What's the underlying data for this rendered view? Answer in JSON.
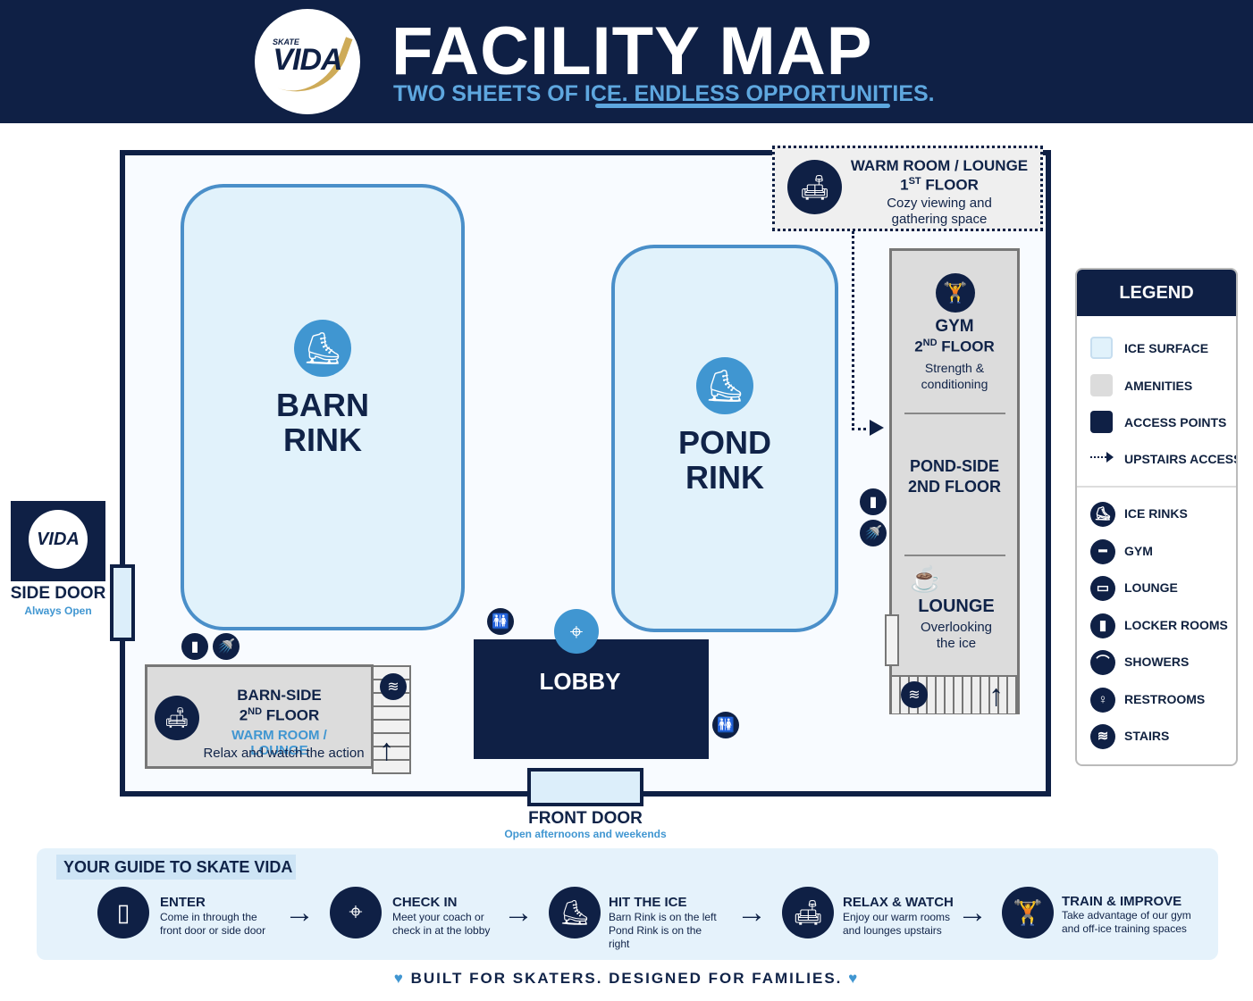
{
  "header": {
    "logo_small": "SKATE",
    "logo_main": "VIDA",
    "title": "FACILITY MAP",
    "subtitle": "TWO SHEETS OF ICE. ENDLESS OPPORTUNITIES."
  },
  "map": {
    "barn_rink": "BARN\nRINK",
    "pond_rink": "POND\nRINK",
    "warm_room": {
      "title": "WARM ROOM / LOUNGE",
      "floor_num": "1",
      "floor_suffix": "ST",
      "floor_word": "FLOOR",
      "line1": "Cozy viewing and",
      "line2": "gathering space"
    },
    "gym": {
      "title": "GYM",
      "floor_num": "2",
      "floor_suffix": "ND",
      "floor_word": "FLOOR",
      "line1": "Strength &",
      "line2": "conditioning"
    },
    "pondside": {
      "title": "POND-SIDE",
      "floor": "2ND FLOOR"
    },
    "lounge": {
      "title": "LOUNGE",
      "line1": "Overlooking",
      "line2": "the ice"
    },
    "barnside": {
      "title": "BARN-SIDE",
      "floor_num": "2",
      "floor_suffix": "ND",
      "floor_word": "FLOOR",
      "subtitle": "WARM ROOM / LOUNGE",
      "text": "Relax and watch the action"
    },
    "lobby": "LOBBY",
    "side_door": {
      "title": "SIDE DOOR",
      "subtitle": "Always Open"
    },
    "front_door": {
      "title": "FRONT DOOR",
      "subtitle": "Open afternoons and weekends"
    }
  },
  "legend": {
    "title": "LEGEND",
    "items": [
      {
        "label": "ICE SURFACE"
      },
      {
        "label": "AMENITIES"
      },
      {
        "label": "ACCESS POINTS"
      },
      {
        "label": "UPSTAIRS ACCESS"
      },
      {
        "label": "ICE RINKS"
      },
      {
        "label": "GYM"
      },
      {
        "label": "LOUNGE"
      },
      {
        "label": "LOCKER ROOMS"
      },
      {
        "label": "SHOWERS"
      },
      {
        "label": "RESTROOMS"
      },
      {
        "label": "STAIRS"
      }
    ]
  },
  "guide": {
    "title": "YOUR GUIDE TO SKATE VIDA",
    "steps": [
      {
        "title": "ENTER",
        "line1": "Come in through the",
        "line2": "front door or side door"
      },
      {
        "title": "CHECK IN",
        "line1": "Meet your coach or",
        "line2": "check in at the lobby"
      },
      {
        "title": "HIT THE ICE",
        "line1": "Barn Rink is on the left",
        "line2": "Pond Rink is on the right"
      },
      {
        "title": "RELAX & WATCH",
        "line1": "Enjoy our warm rooms",
        "line2": "and lounges upstairs"
      },
      {
        "title": "TRAIN & IMPROVE",
        "line1": "Take advantage of our gym",
        "line2": "and off-ice training spaces"
      }
    ]
  },
  "footer": "BUILT FOR SKATERS.  DESIGNED FOR FAMILIES.",
  "colors": {
    "navy": "#0f2045",
    "ice": "#e1f2fb",
    "accent": "#4096d1",
    "amenity": "#dcdcdc"
  },
  "icons": {
    "rink": "ice-skate-icon",
    "gym": "dumbbell-icon",
    "lounge": "sofa-icon",
    "locker": "locker-icon",
    "shower": "shower-icon",
    "restroom": "restroom-icon",
    "stairs": "stairs-icon",
    "location": "location-pin-icon",
    "enter": "door-icon"
  }
}
